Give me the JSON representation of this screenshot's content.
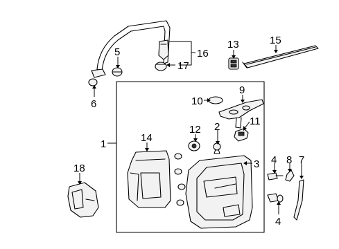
{
  "diagram": {
    "callouts": [
      {
        "id": "c1",
        "label": "1"
      },
      {
        "id": "c2",
        "label": "2"
      },
      {
        "id": "c3",
        "label": "3"
      },
      {
        "id": "c4a",
        "label": "4"
      },
      {
        "id": "c4b",
        "label": "4"
      },
      {
        "id": "c5",
        "label": "5"
      },
      {
        "id": "c6",
        "label": "6"
      },
      {
        "id": "c7",
        "label": "7"
      },
      {
        "id": "c8",
        "label": "8"
      },
      {
        "id": "c9",
        "label": "9"
      },
      {
        "id": "c10",
        "label": "10"
      },
      {
        "id": "c11",
        "label": "11"
      },
      {
        "id": "c12",
        "label": "12"
      },
      {
        "id": "c13",
        "label": "13"
      },
      {
        "id": "c14",
        "label": "14"
      },
      {
        "id": "c15",
        "label": "15"
      },
      {
        "id": "c16",
        "label": "16"
      },
      {
        "id": "c17",
        "label": "17"
      },
      {
        "id": "c18",
        "label": "18"
      }
    ]
  }
}
